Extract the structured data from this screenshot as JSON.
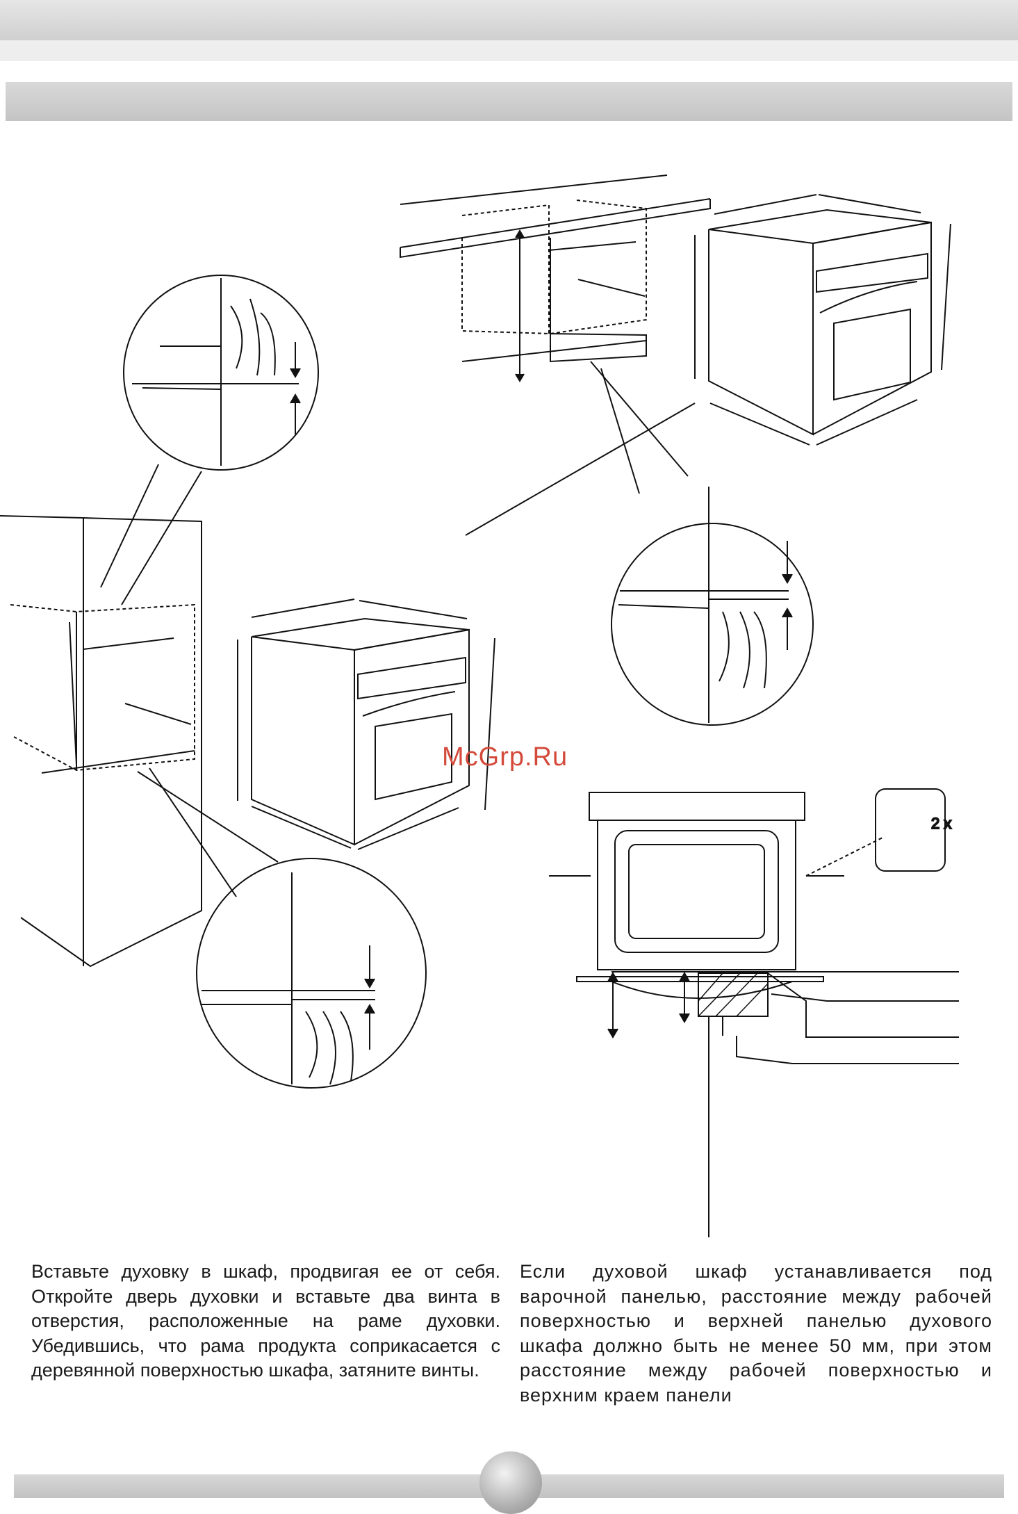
{
  "watermark": "McGrp.Ru",
  "bracket_callout": {
    "count_label": "2 x"
  },
  "instructions": {
    "left": "Вставьте духовку в  шкаф, продвигая ее от себя. Откройте дверь духовки и вставьте два винта в отверстия, расположенные на раме духовки. Убедившись, что рама продукта соприкасается с деревянной поверхностью шкафа, затяните винты.",
    "right": "Если духовой шкаф устанавливается под варочной панелью, расстояние между рабочей поверхностью и верхней панелью духового шкафа должно быть не менее 50 мм, при этом расстояние между рабочей поверхностью и верхним краем панели"
  },
  "colors": {
    "line": "#111111",
    "watermark": "#d44a3a",
    "band": "#d0d0d0"
  }
}
